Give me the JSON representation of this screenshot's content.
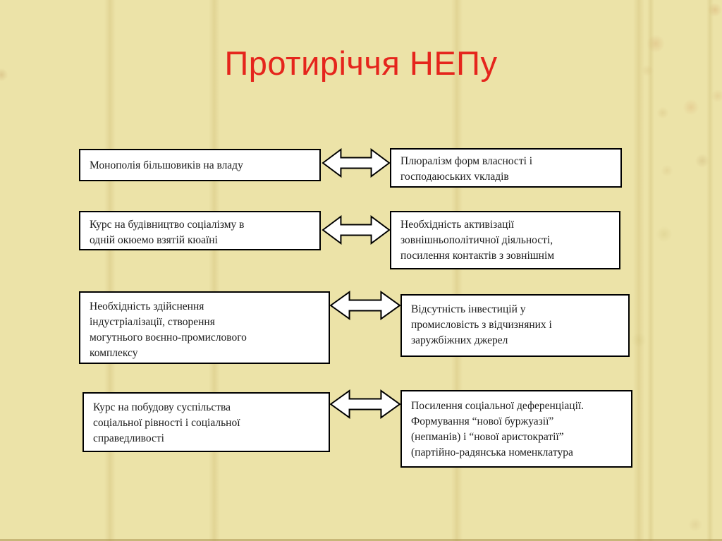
{
  "slide": {
    "title": "Протиріччя НЕПу",
    "title_color": "#e5251c",
    "background_color": "#ece3a8",
    "box_bg_color": "#ffffff",
    "box_border_color": "#000000"
  },
  "icons": {
    "connector": "double-headed-arrow"
  },
  "rows": [
    {
      "left": "Монополія більшовиків на владу",
      "right": "Плюралізм форм власності і\nгосподаюських vкладів"
    },
    {
      "left": "Курс на будівництво соціалізму в\nодній окюемо взятій кюаїні",
      "right": "Необхідність активізації\nзовнішньополітичної діяльності,\nпосилення контактів з зовнішнім"
    },
    {
      "left": "Необхідність здійснення\nіндустріалізації, створення\nмогутнього воєнно-промислового\nкомплексу",
      "right": "Відсутність інвестицій у\nпромисловість з відчизняних і\nзаружбіжних джерел"
    },
    {
      "left": "Курс на побудову суспільства\nсоціальної рівності і соціальної\nсправедливості",
      "right": "Посилення соціальної деференціації.\nФормування “нової буржуазії”\n(непманів) і “нової аристократії”\n(партійно-радянська номенклатура"
    }
  ]
}
